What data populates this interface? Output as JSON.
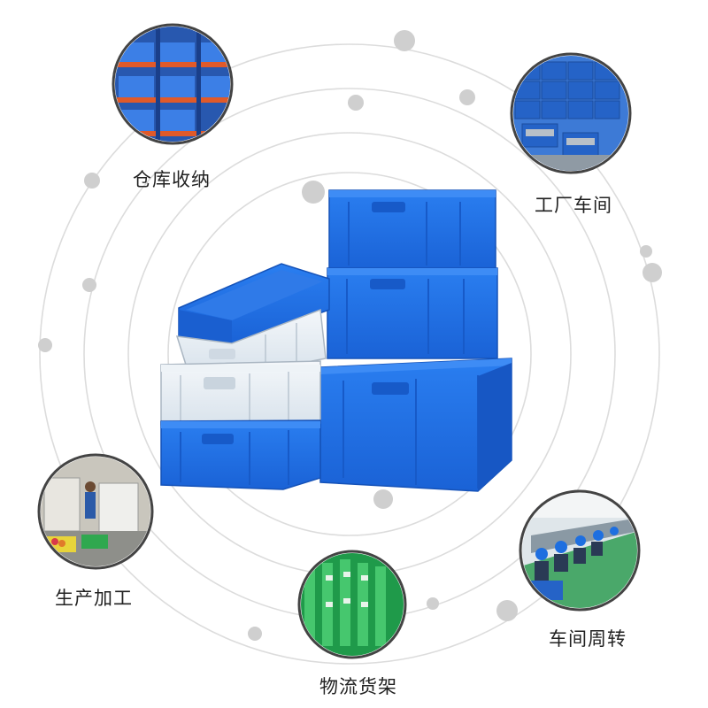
{
  "scenarios": {
    "warehouse_storage": "仓库收纳",
    "factory_workshop": "工厂车间",
    "production_processing": "生产加工",
    "workshop_turnover": "车间周转",
    "logistics_shelving": "物流货架"
  },
  "colors": {
    "crate_blue": "#1e6fe0",
    "crate_blue_dark": "#1557c0",
    "crate_clear": "#e8eef4",
    "ring_gray": "#d8d8d8",
    "dot_gray": "#cfcfcf"
  },
  "icons": {
    "warehouse_photo": "warehouse-shelving-photo",
    "workshop_photo": "crate-stacks-photo",
    "production_photo": "machine-room-photo",
    "turnover_photo": "assembly-line-photo",
    "logistics_photo": "green-rack-photo"
  }
}
